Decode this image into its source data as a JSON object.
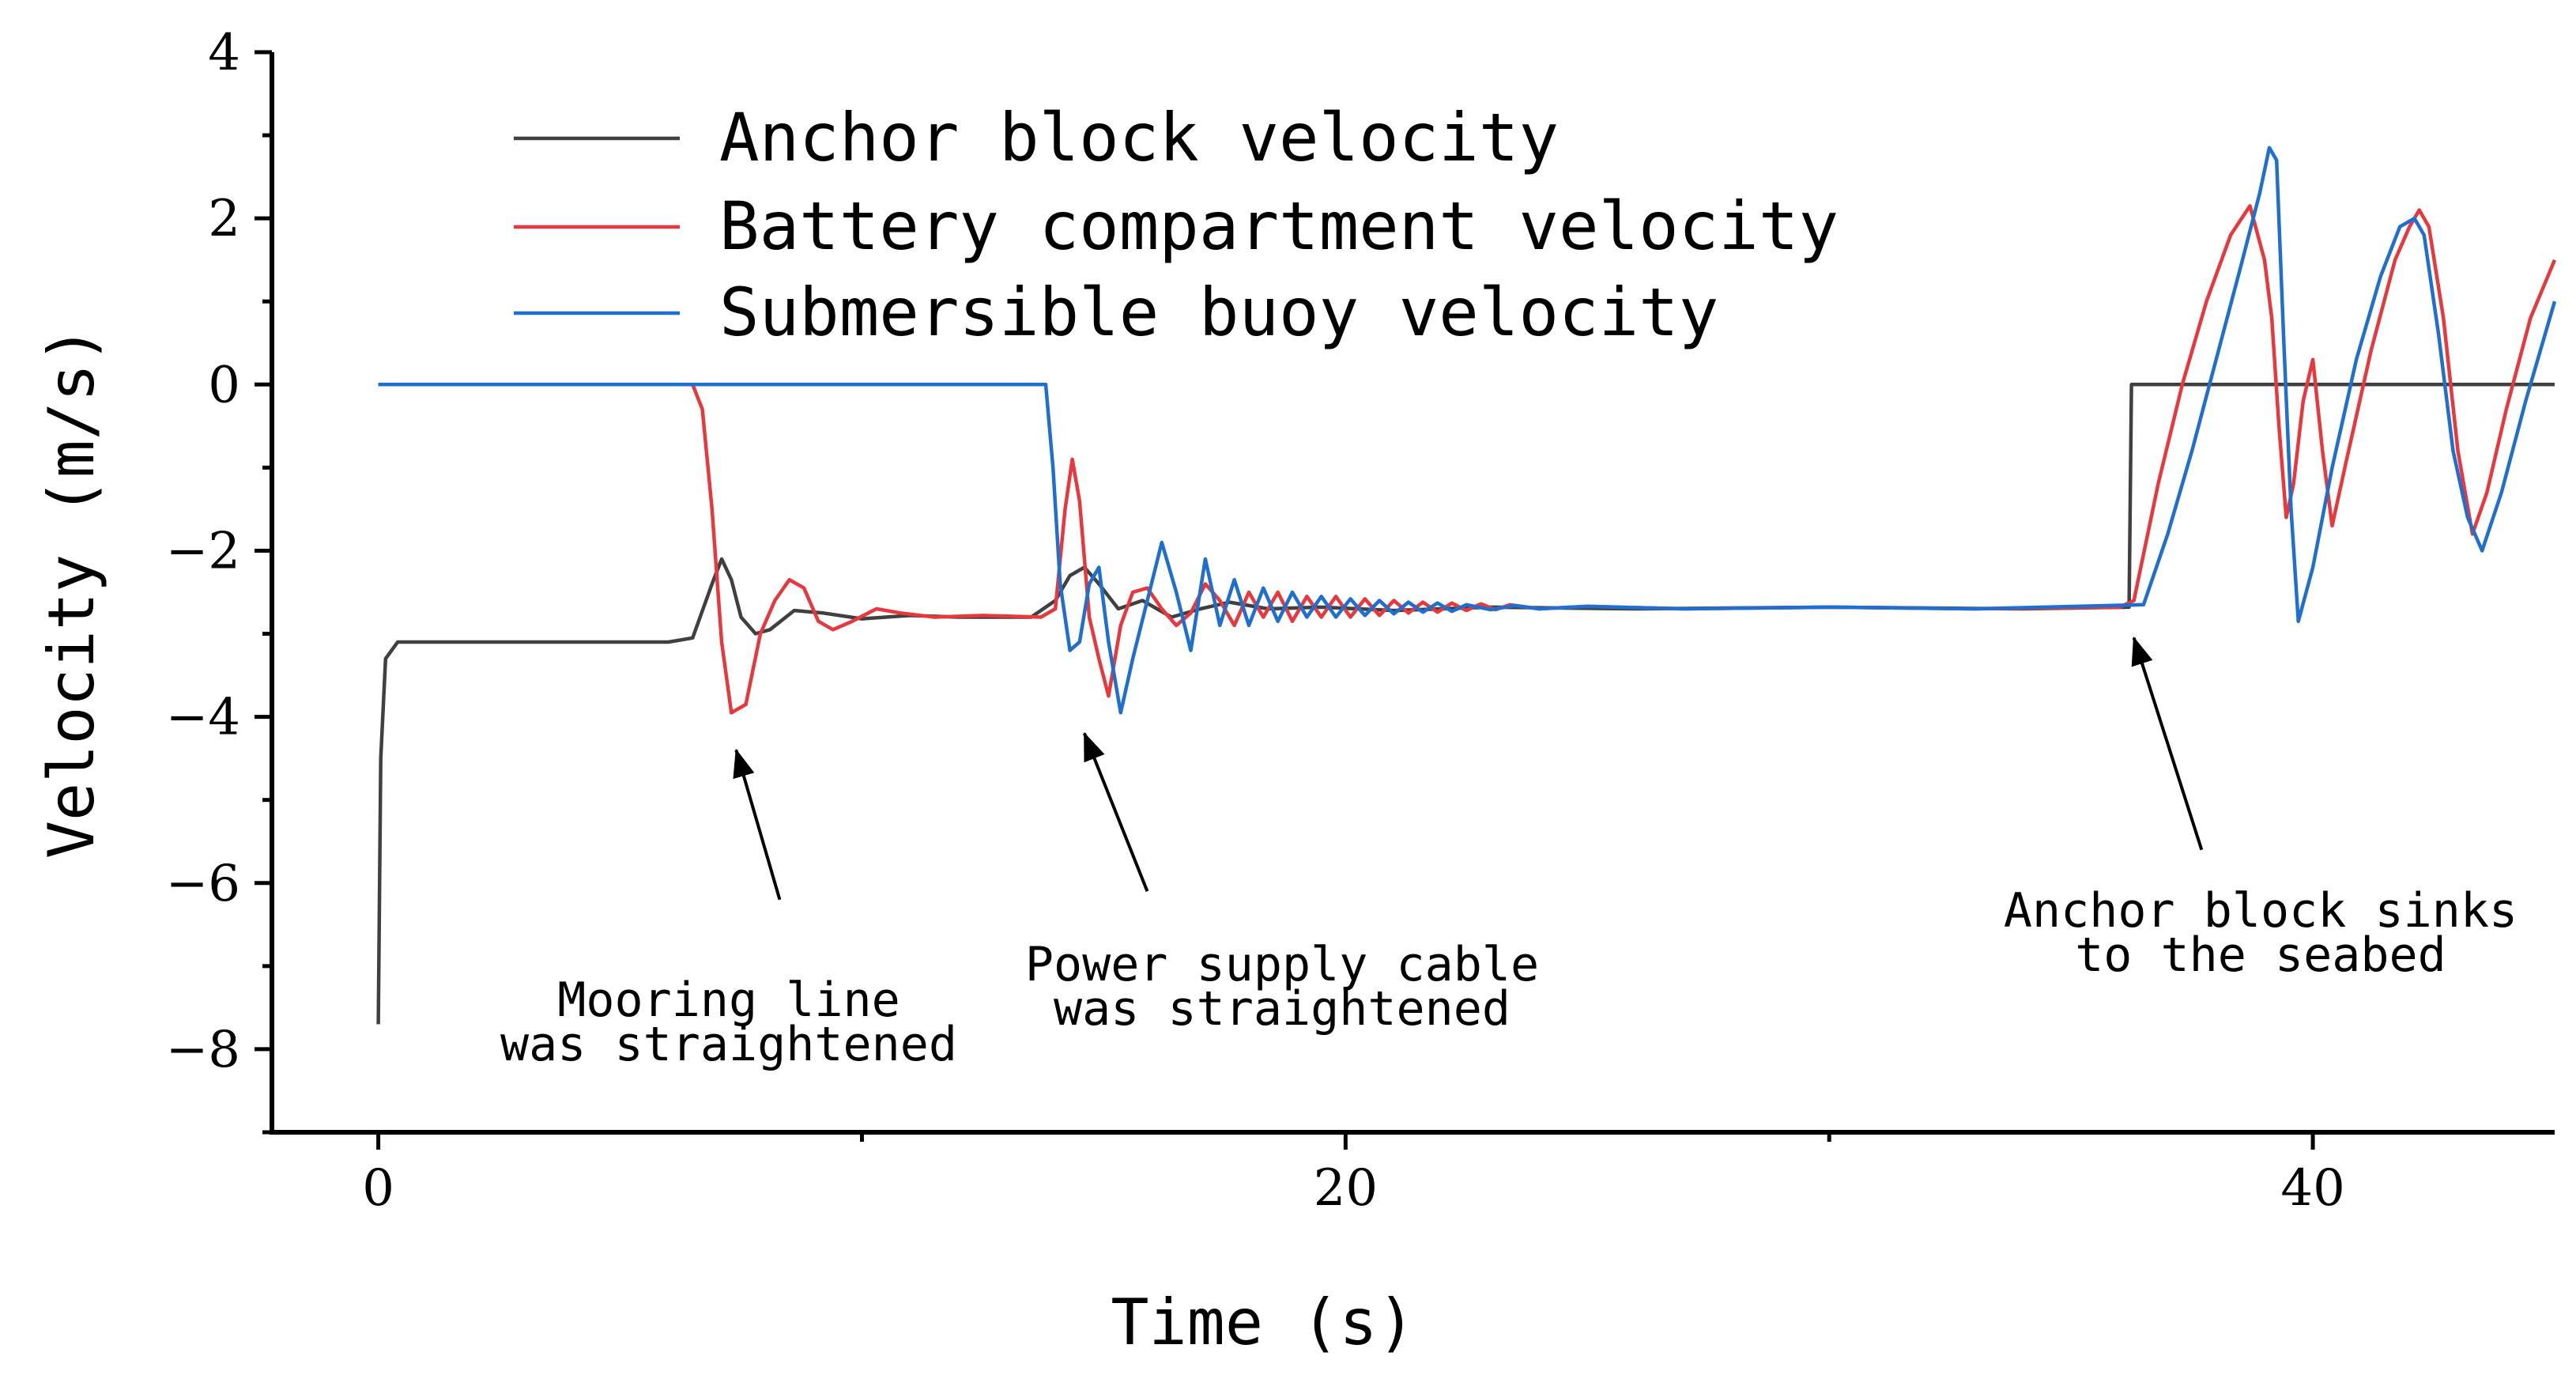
{
  "chart_data": {
    "type": "line",
    "xlabel": "Time (s)",
    "ylabel": "Velocity (m/s)",
    "xlim": [
      -2.2,
      45
    ],
    "ylim": [
      -9,
      4
    ],
    "x_ticks": [
      0,
      20,
      40
    ],
    "x_tick_labels": [
      "0",
      "20",
      "40"
    ],
    "y_ticks": [
      4,
      2,
      0,
      -2,
      -4,
      -6,
      -8
    ],
    "y_tick_labels": [
      "4",
      "2",
      "0",
      "−2",
      "−4",
      "−6",
      "−8"
    ],
    "grid": false,
    "legend_position": "top-left",
    "series": [
      {
        "name": "Anchor block velocity",
        "color": "#404040",
        "points": [
          [
            0,
            -7.7
          ],
          [
            0.05,
            -4.5
          ],
          [
            0.15,
            -3.3
          ],
          [
            0.4,
            -3.1
          ],
          [
            2,
            -3.1
          ],
          [
            4,
            -3.1
          ],
          [
            6,
            -3.1
          ],
          [
            6.5,
            -3.05
          ],
          [
            6.9,
            -2.4
          ],
          [
            7.1,
            -2.1
          ],
          [
            7.3,
            -2.35
          ],
          [
            7.5,
            -2.8
          ],
          [
            7.8,
            -3.0
          ],
          [
            8.1,
            -2.95
          ],
          [
            8.6,
            -2.72
          ],
          [
            9.2,
            -2.75
          ],
          [
            10,
            -2.82
          ],
          [
            11,
            -2.78
          ],
          [
            12,
            -2.8
          ],
          [
            13.5,
            -2.8
          ],
          [
            14.0,
            -2.6
          ],
          [
            14.3,
            -2.3
          ],
          [
            14.6,
            -2.2
          ],
          [
            14.9,
            -2.4
          ],
          [
            15.3,
            -2.7
          ],
          [
            15.8,
            -2.6
          ],
          [
            16.4,
            -2.8
          ],
          [
            17,
            -2.7
          ],
          [
            17.6,
            -2.62
          ],
          [
            18.4,
            -2.7
          ],
          [
            19.5,
            -2.68
          ],
          [
            21,
            -2.72
          ],
          [
            23,
            -2.68
          ],
          [
            26,
            -2.7
          ],
          [
            30,
            -2.68
          ],
          [
            34,
            -2.7
          ],
          [
            36.2,
            -2.68
          ],
          [
            36.25,
            0
          ],
          [
            45,
            0
          ]
        ]
      },
      {
        "name": "Battery compartment velocity",
        "color": "#e8383d",
        "points": [
          [
            0,
            0
          ],
          [
            6.5,
            0
          ],
          [
            6.7,
            -0.3
          ],
          [
            6.9,
            -1.5
          ],
          [
            7.1,
            -3.1
          ],
          [
            7.3,
            -3.95
          ],
          [
            7.6,
            -3.85
          ],
          [
            7.9,
            -3.0
          ],
          [
            8.2,
            -2.6
          ],
          [
            8.5,
            -2.35
          ],
          [
            8.8,
            -2.45
          ],
          [
            9.1,
            -2.85
          ],
          [
            9.4,
            -2.95
          ],
          [
            9.8,
            -2.85
          ],
          [
            10.3,
            -2.7
          ],
          [
            10.8,
            -2.75
          ],
          [
            11.5,
            -2.8
          ],
          [
            12.5,
            -2.78
          ],
          [
            13.7,
            -2.8
          ],
          [
            14.0,
            -2.7
          ],
          [
            14.2,
            -1.5
          ],
          [
            14.35,
            -0.9
          ],
          [
            14.5,
            -1.4
          ],
          [
            14.7,
            -2.8
          ],
          [
            14.9,
            -3.3
          ],
          [
            15.1,
            -3.75
          ],
          [
            15.35,
            -2.9
          ],
          [
            15.6,
            -2.5
          ],
          [
            15.9,
            -2.45
          ],
          [
            16.2,
            -2.7
          ],
          [
            16.5,
            -2.9
          ],
          [
            16.8,
            -2.75
          ],
          [
            17.1,
            -2.4
          ],
          [
            17.4,
            -2.6
          ],
          [
            17.7,
            -2.9
          ],
          [
            18,
            -2.5
          ],
          [
            18.3,
            -2.8
          ],
          [
            18.6,
            -2.5
          ],
          [
            18.9,
            -2.85
          ],
          [
            19.2,
            -2.55
          ],
          [
            19.5,
            -2.8
          ],
          [
            19.8,
            -2.55
          ],
          [
            20.1,
            -2.8
          ],
          [
            20.4,
            -2.58
          ],
          [
            20.7,
            -2.78
          ],
          [
            21,
            -2.6
          ],
          [
            21.3,
            -2.75
          ],
          [
            21.6,
            -2.62
          ],
          [
            21.9,
            -2.74
          ],
          [
            22.2,
            -2.63
          ],
          [
            22.5,
            -2.72
          ],
          [
            22.8,
            -2.64
          ],
          [
            23.1,
            -2.71
          ],
          [
            23.4,
            -2.65
          ],
          [
            24,
            -2.7
          ],
          [
            25,
            -2.67
          ],
          [
            27,
            -2.7
          ],
          [
            30,
            -2.68
          ],
          [
            33,
            -2.7
          ],
          [
            36,
            -2.68
          ],
          [
            36.3,
            -2.6
          ],
          [
            36.8,
            -1.2
          ],
          [
            37.3,
            0.0
          ],
          [
            37.8,
            1.0
          ],
          [
            38.3,
            1.8
          ],
          [
            38.7,
            2.15
          ],
          [
            39.0,
            1.5
          ],
          [
            39.15,
            0.8
          ],
          [
            39.3,
            -0.5
          ],
          [
            39.45,
            -1.6
          ],
          [
            39.6,
            -1.2
          ],
          [
            39.8,
            -0.2
          ],
          [
            40.0,
            0.3
          ],
          [
            40.2,
            -0.8
          ],
          [
            40.4,
            -1.7
          ],
          [
            40.7,
            -0.9
          ],
          [
            41.2,
            0.4
          ],
          [
            41.7,
            1.5
          ],
          [
            42.0,
            1.9
          ],
          [
            42.2,
            2.1
          ],
          [
            42.4,
            1.9
          ],
          [
            42.7,
            0.8
          ],
          [
            43.0,
            -0.8
          ],
          [
            43.3,
            -1.8
          ],
          [
            43.6,
            -1.3
          ],
          [
            44.0,
            -0.3
          ],
          [
            44.5,
            0.8
          ],
          [
            45,
            1.5
          ]
        ]
      },
      {
        "name": "Submersible buoy velocity",
        "color": "#1f6fd1",
        "points": [
          [
            0,
            0
          ],
          [
            13.8,
            0
          ],
          [
            13.95,
            -1.0
          ],
          [
            14.1,
            -2.4
          ],
          [
            14.3,
            -3.2
          ],
          [
            14.5,
            -3.1
          ],
          [
            14.7,
            -2.4
          ],
          [
            14.9,
            -2.2
          ],
          [
            15.1,
            -3.1
          ],
          [
            15.35,
            -3.95
          ],
          [
            15.6,
            -3.3
          ],
          [
            15.9,
            -2.6
          ],
          [
            16.2,
            -1.9
          ],
          [
            16.5,
            -2.5
          ],
          [
            16.8,
            -3.2
          ],
          [
            17.1,
            -2.1
          ],
          [
            17.4,
            -2.9
          ],
          [
            17.7,
            -2.35
          ],
          [
            18,
            -2.9
          ],
          [
            18.3,
            -2.45
          ],
          [
            18.6,
            -2.85
          ],
          [
            18.9,
            -2.5
          ],
          [
            19.2,
            -2.8
          ],
          [
            19.5,
            -2.55
          ],
          [
            19.8,
            -2.8
          ],
          [
            20.1,
            -2.58
          ],
          [
            20.4,
            -2.78
          ],
          [
            20.7,
            -2.6
          ],
          [
            21,
            -2.76
          ],
          [
            21.3,
            -2.62
          ],
          [
            21.6,
            -2.74
          ],
          [
            21.9,
            -2.63
          ],
          [
            22.2,
            -2.73
          ],
          [
            22.5,
            -2.65
          ],
          [
            23,
            -2.71
          ],
          [
            23.5,
            -2.66
          ],
          [
            24,
            -2.7
          ],
          [
            25,
            -2.67
          ],
          [
            27,
            -2.7
          ],
          [
            30,
            -2.68
          ],
          [
            33,
            -2.7
          ],
          [
            36.5,
            -2.65
          ],
          [
            37,
            -1.8
          ],
          [
            37.5,
            -0.8
          ],
          [
            38,
            0.3
          ],
          [
            38.5,
            1.4
          ],
          [
            38.9,
            2.3
          ],
          [
            39.1,
            2.85
          ],
          [
            39.25,
            2.7
          ],
          [
            39.4,
            0.5
          ],
          [
            39.55,
            -1.5
          ],
          [
            39.7,
            -2.85
          ],
          [
            40.0,
            -2.2
          ],
          [
            40.4,
            -1.0
          ],
          [
            40.9,
            0.3
          ],
          [
            41.4,
            1.3
          ],
          [
            41.8,
            1.9
          ],
          [
            42.1,
            2.0
          ],
          [
            42.3,
            1.8
          ],
          [
            42.6,
            0.6
          ],
          [
            42.9,
            -0.8
          ],
          [
            43.2,
            -1.6
          ],
          [
            43.5,
            -2.0
          ],
          [
            43.9,
            -1.3
          ],
          [
            44.4,
            -0.2
          ],
          [
            45,
            1.0
          ]
        ]
      }
    ],
    "annotations": [
      {
        "lines": [
          "Mooring line",
          "was straightened"
        ],
        "target": [
          7.4,
          -4.4
        ],
        "tail": [
          8.3,
          -6.2
        ]
      },
      {
        "lines": [
          "Power supply cable",
          "was straightened"
        ],
        "target": [
          14.6,
          -4.2
        ],
        "tail": [
          15.9,
          -6.1
        ]
      },
      {
        "lines": [
          "Anchor block sinks",
          "to the seabed"
        ],
        "target": [
          36.3,
          -3.05
        ],
        "tail": [
          37.7,
          -5.6
        ]
      }
    ]
  }
}
